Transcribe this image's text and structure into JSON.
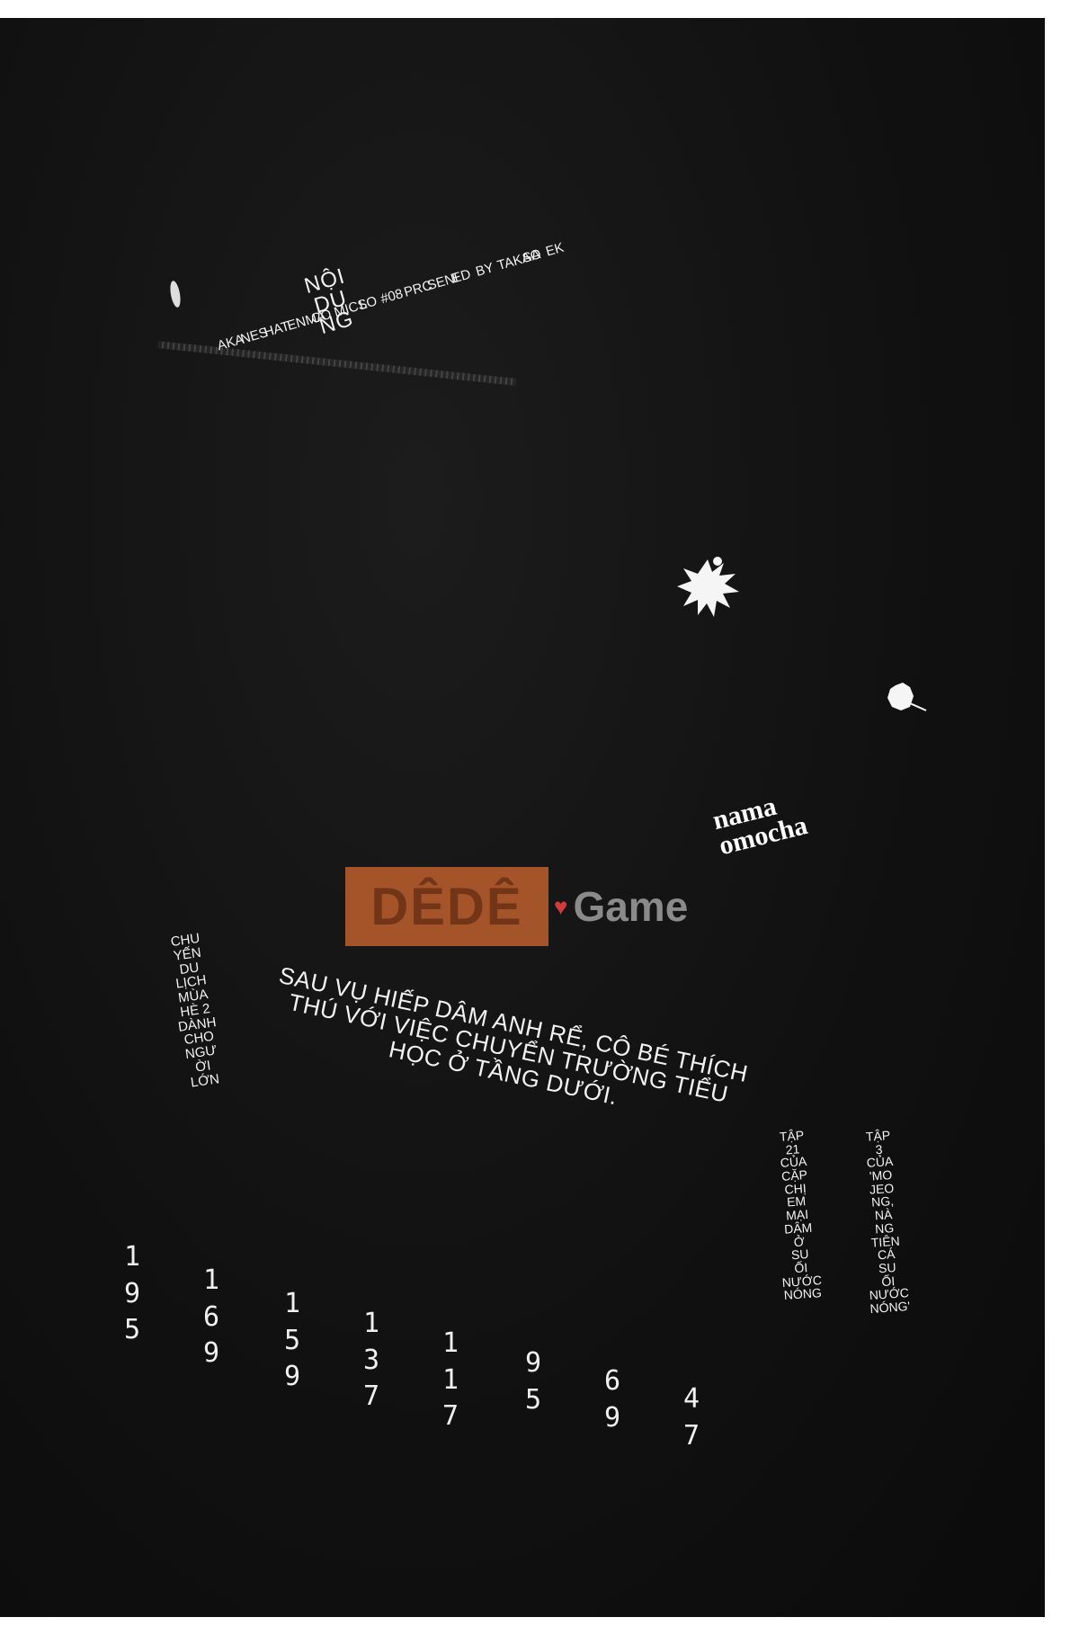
{
  "toc": {
    "title_lines": [
      "NỘI",
      "DU",
      "NG"
    ]
  },
  "credits": {
    "columns": [
      "AKA",
      "NES",
      "HAT",
      "ENMA",
      "CO",
      "MICS",
      "LO",
      "#08",
      "PRC",
      "SENI",
      "ED",
      "BY",
      "TAKAO",
      "SA",
      "EK"
    ]
  },
  "brand": {
    "line1": "nama",
    "line2": "omocha"
  },
  "watermark": {
    "box_text": "DÊDÊ",
    "heart": "♥",
    "game_text": "Game",
    "box_color": "#b05a2a",
    "heart_color": "#d23b3b"
  },
  "stories": {
    "left_lines": [
      "CHU",
      "YẾN",
      "DU",
      "LỊCH",
      "MÙA",
      "HÈ 2",
      "DÀNH",
      "CHO",
      "NGƯ",
      "ỜI",
      "LỚN"
    ],
    "main_lines": [
      "SAU VỤ HIẾP DÂM ANH RỂ, CÔ BÉ THÍCH",
      "THÚ VỚI VIỆC CHUYỂN TRƯỜNG TIỂU",
      "HỌC Ở TẦNG DƯỚI."
    ],
    "right1_lines": [
      "TẬP",
      "21",
      "CỦA",
      "CẶP",
      "CHỊ",
      "EM",
      "MẠI",
      "DÂM",
      "Ở",
      "SU",
      "ỐI",
      "NƯỚC",
      "NÓNG"
    ],
    "right2_lines": [
      "TẬP",
      "3",
      "CỦA",
      "'MO",
      "JEO",
      "NG,",
      "NÀ",
      "NG",
      "TIÊN",
      "CÁ",
      "SU",
      "ỐI",
      "NƯỚC",
      "NÓNG'"
    ]
  },
  "page_numbers": [
    [
      "1",
      "9",
      "5"
    ],
    [
      "1",
      "6",
      "9"
    ],
    [
      "1",
      "5",
      "9"
    ],
    [
      "1",
      "3",
      "7"
    ],
    [
      "1",
      "1",
      "7"
    ],
    [
      "9",
      "5"
    ],
    [
      "6",
      "9"
    ],
    [
      "4",
      "7"
    ]
  ],
  "colors": {
    "page_background": "#111111",
    "text": "#f2f2f2"
  }
}
